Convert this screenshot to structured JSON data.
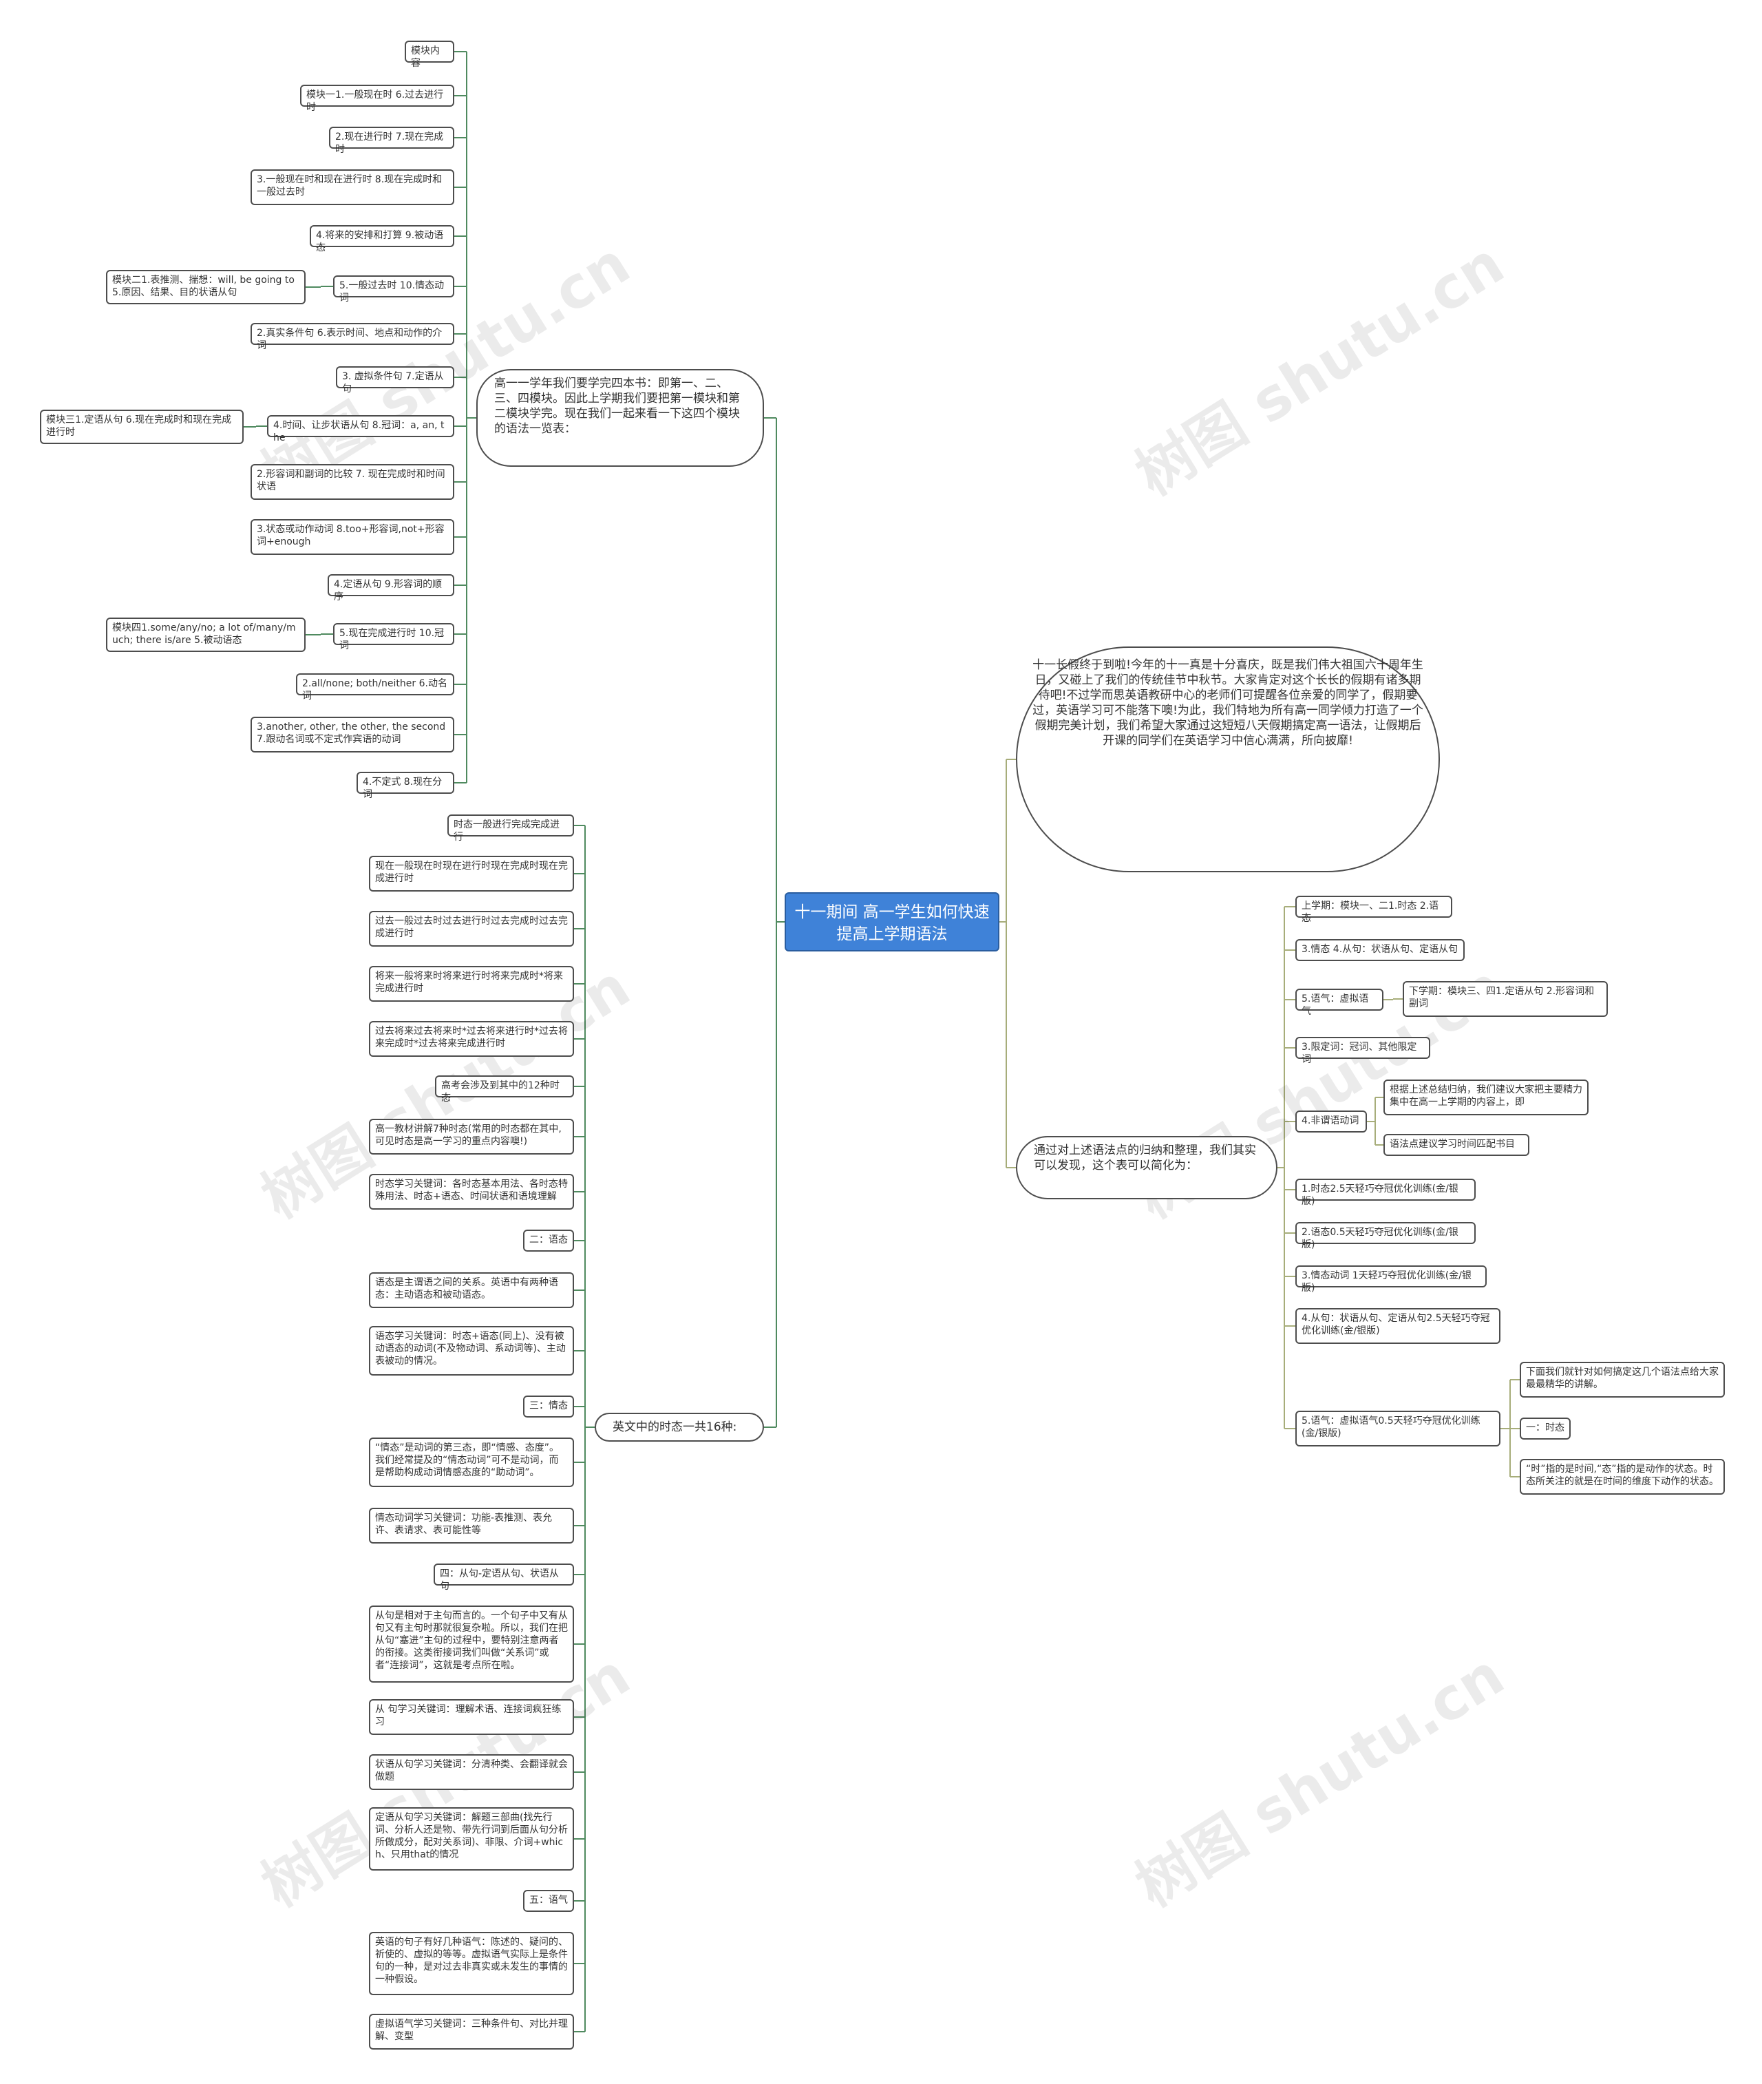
{
  "root": "十一期间 高一学生如何快速提高上学期语法",
  "watermark": "树图 shutu.cn",
  "colors": {
    "root_fill": "#3f82d8",
    "line_left": "#4f8a5f",
    "line_right": "#a7ad7a",
    "node_border": "#4d4d4d"
  },
  "upper": {
    "intro": "高一一学年我们要学完四本书：即第一、二、三、四模块。因此上学期我们要把第一模块和第二模块学完。现在我们一起来看一下这四个模块的语法一览表：",
    "items": [
      "模块内容",
      "模块一1.一般现在时 6.过去进行时",
      "2.现在进行时 7.现在完成时",
      "3.一般现在时和现在进行时 8.现在完成时和一般过去时",
      "4.将来的安排和打算 9.被动语态",
      "5.一般过去时 10.情态动词",
      "2.真实条件句 6.表示时间、地点和动作的介词",
      "3. 虚拟条件句 7.定语从句",
      "4.时间、让步状语从句 8.冠词：a, an, the",
      "2.形容词和副词的比较 7. 现在完成时和时间状语",
      "3.状态或动作动词 8.too+形容词,not+形容词+enough",
      "4.定语从句 9.形容词的顺序",
      "5.现在完成进行时 10.冠词",
      "2.all/none; both/neither 6.动名词",
      "3.another, other, the other, the second 7.跟动名词或不定式作宾语的动词",
      "4.不定式 8.现在分词"
    ],
    "sub_items": [
      "模块二1.表推测、揣想：will, be going to 5.原因、结果、目的状语从句",
      "模块三1.定语从句 6.现在完成时和现在完成进行时",
      "模块四1.some/any/no; a lot of/many/much; there is/are 5.被动语态"
    ]
  },
  "lower": {
    "title": "英文中的时态一共16种:",
    "items": [
      "时态一般进行完成完成进行",
      "现在一般现在时现在进行时现在完成时现在完成进行时",
      "过去一般过去时过去进行时过去完成时过去完成进行时",
      "将来一般将来时将来进行时将来完成时*将来完成进行时",
      "过去将来过去将来时*过去将来进行时*过去将来完成时*过去将来完成进行时",
      "高考会涉及到其中的12种时态",
      "高一教材讲解7种时态(常用的时态都在其中,可见时态是高一学习的重点内容噢!)",
      "时态学习关键词：各时态基本用法、各时态特殊用法、时态+语态、时间状语和语境理解",
      "二：语态",
      "语态是主谓语之间的关系。英语中有两种语态：主动语态和被动语态。",
      "语态学习关键词：时态+语态(同上)、没有被动语态的动词(不及物动词、系动词等)、主动表被动的情况。",
      "三：情态",
      "“情态”是动词的第三态，即“情感、态度”。我们经常提及的“情态动词”可不是动词，而是帮助构成动词情感态度的“助动词”。",
      "情态动词学习关键词：功能-表推测、表允许、表请求、表可能性等",
      "四：从句-定语从句、状语从句",
      "从句是相对于主句而言的。一个句子中又有从句又有主句时那就很复杂啦。所以，我们在把从句“塞进”主句的过程中，要特别注意两者的衔接。这类衔接词我们叫做“关系词”或者“连接词”，这就是考点所在啦。",
      "从 句学习关键词：理解术语、连接词疯狂练习",
      "状语从句学习关键词：分清种类、会翻译就会做题",
      "定语从句学习关键词：解题三部曲(找先行词、分析人还是物、带先行词到后面从句分析所做成分，配对关系词)、非限、介词+which、只用that的情况",
      "五：语气",
      "英语的句子有好几种语气：陈述的、疑问的、祈使的、虚拟的等等。虚拟语气实际上是条件句的一种，是对过去非真实或未发生的事情的一种假设。",
      "虚拟语气学习关键词：三种条件句、对比并理解、变型"
    ]
  },
  "right_top": "十一长假终于到啦!今年的十一真是十分喜庆，既是我们伟大祖国六十周年生日，又碰上了我们的传统佳节中秋节。大家肯定对这个长长的假期有诸多期待吧!不过学而思英语教研中心的老师们可提醒各位亲爱的同学了，假期要过，英语学习可不能落下噢!为此，我们特地为所有高一同学倾力打造了一个假期完美计划，我们希望大家通过这短短八天假期搞定高一语法，让假期后开课的同学们在英语学习中信心满满，所向披靡!",
  "right_bottom": {
    "title": "通过对上述语法点的归纳和整理，我们其实可以发现，这个表可以简化为：",
    "items": [
      "上学期：模块一、二1.时态 2.语态",
      "3.情态 4.从句：状语从句、定语从句",
      "5.语气：虚拟语气",
      "3.限定词：冠词、其他限定词",
      "4.非谓语动词",
      "1.时态2.5天轻巧夺冠优化训练(金/银版)",
      "2.语态0.5天轻巧夺冠优化训练(金/银版)",
      "3.情态动词 1天轻巧夺冠优化训练(金/银版)",
      "4.从句：状语从句、定语从句2.5天轻巧夺冠优化训练(金/银版)",
      "5.语气：虚拟语气0.5天轻巧夺冠优化训练(金/银版)"
    ],
    "sub_semester": "下学期：模块三、四1.定语从句 2.形容词和副词",
    "sub_nonfinite": [
      "根据上述总结归纳，我们建议大家把主要精力集中在高一上学期的内容上，即",
      "语法点建议学习时间匹配书目"
    ],
    "sub_mood": [
      "下面我们就针对如何搞定这几个语法点给大家最最精华的讲解。",
      "一：时态",
      "“时”指的是时间,“态”指的是动作的状态。时态所关注的就是在时间的维度下动作的状态。"
    ]
  }
}
